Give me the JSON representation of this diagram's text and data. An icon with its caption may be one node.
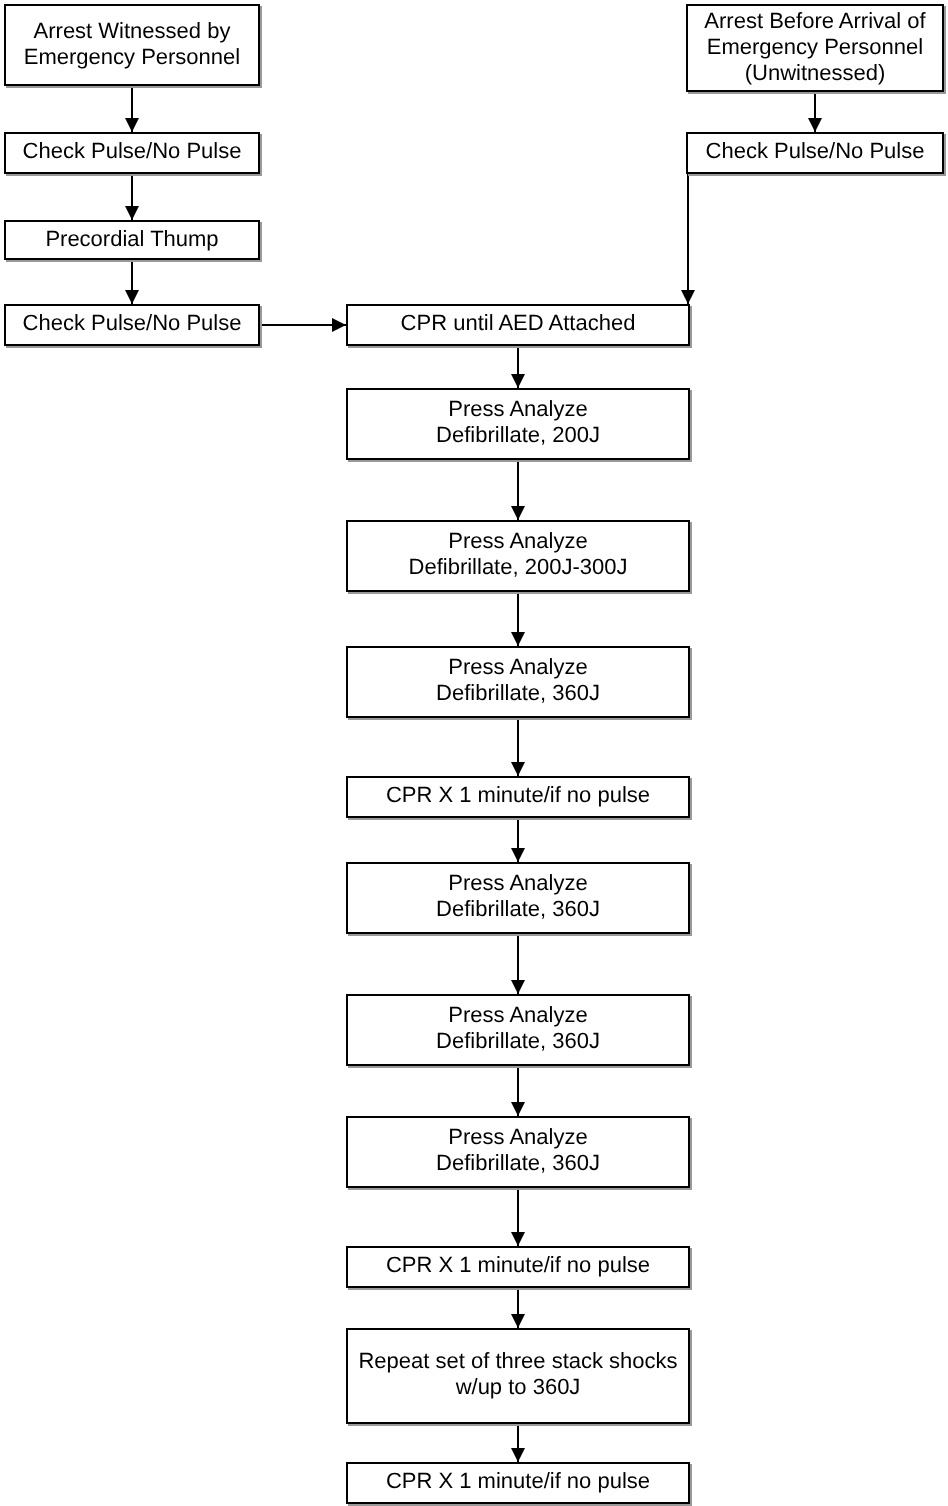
{
  "diagram": {
    "nodes": [
      {
        "text": [
          "Arrest Witnessed by Emergency Personnel"
        ]
      },
      {
        "text": [
          "Arrest Before Arrival of Emergency Personnel (Unwitnessed)"
        ]
      },
      {
        "text": [
          "Check Pulse/No Pulse"
        ]
      },
      {
        "text": [
          "Check Pulse/No Pulse"
        ]
      },
      {
        "text": [
          "Precordial Thump"
        ]
      },
      {
        "text": [
          "Check Pulse/No Pulse"
        ]
      },
      {
        "text": [
          "CPR until AED Attached"
        ]
      },
      {
        "text": [
          "Press Analyze",
          "Defibrillate, 200J"
        ]
      },
      {
        "text": [
          "Press Analyze",
          "Defibrillate, 200J-300J"
        ]
      },
      {
        "text": [
          "Press Analyze",
          "Defibrillate, 360J"
        ]
      },
      {
        "text": [
          "CPR X 1 minute/if no pulse"
        ]
      },
      {
        "text": [
          "Press Analyze",
          "Defibrillate, 360J"
        ]
      },
      {
        "text": [
          "Press Analyze",
          "Defibrillate, 360J"
        ]
      },
      {
        "text": [
          "Press Analyze",
          "Defibrillate, 360J"
        ]
      },
      {
        "text": [
          "CPR X 1 minute/if no pulse"
        ]
      },
      {
        "text": [
          "Repeat set of three stack shocks w/up to 360J"
        ]
      },
      {
        "text": [
          "CPR X 1 minute/if no pulse"
        ]
      }
    ],
    "edges": [
      {
        "from": 0,
        "to": 2,
        "arrow": "to"
      },
      {
        "from": 1,
        "to": 3,
        "arrow": "to"
      },
      {
        "from": 2,
        "to": 4,
        "arrow": "to"
      },
      {
        "from": 4,
        "to": 5,
        "arrow": "to"
      },
      {
        "from": 5,
        "to": 6,
        "arrow": "to"
      },
      {
        "from": 3,
        "to": 6,
        "arrow": "to"
      },
      {
        "from": 6,
        "to": 7,
        "arrow": "to"
      },
      {
        "from": 7,
        "to": 8,
        "arrow": "to"
      },
      {
        "from": 8,
        "to": 9,
        "arrow": "to"
      },
      {
        "from": 9,
        "to": 10,
        "arrow": "to"
      },
      {
        "from": 10,
        "to": 11,
        "arrow": "to"
      },
      {
        "from": 11,
        "to": 12,
        "arrow": "to"
      },
      {
        "from": 12,
        "to": 13,
        "arrow": "to"
      },
      {
        "from": 13,
        "to": 14,
        "arrow": "to"
      },
      {
        "from": 14,
        "to": 15,
        "arrow": "to"
      },
      {
        "from": 15,
        "to": 16,
        "arrow": "to"
      }
    ]
  }
}
